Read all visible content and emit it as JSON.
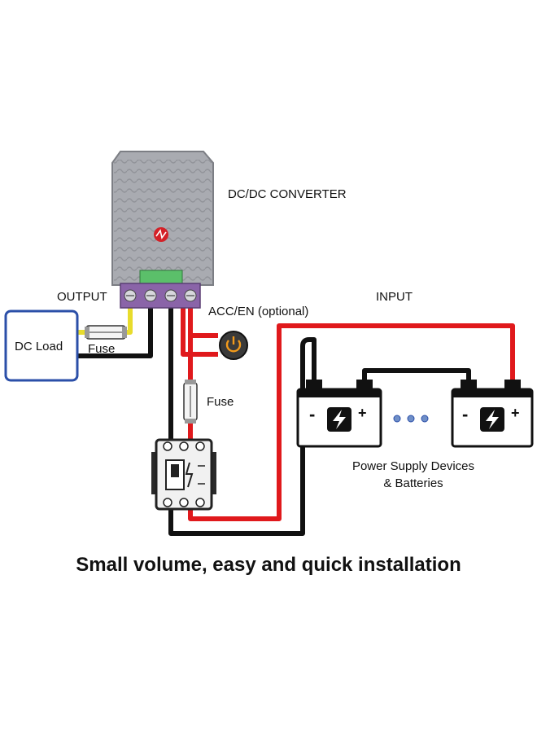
{
  "labels": {
    "converter": "DC/DC CONVERTER",
    "output": "OUTPUT",
    "input": "INPUT",
    "acc_en": "ACC/EN (optional)",
    "dc_load": "DC Load",
    "fuse_output": "Fuse",
    "fuse_input": "Fuse",
    "power_supply_line1": "Power Supply Devices",
    "power_supply_line2": "& Batteries",
    "battery_negative": "-",
    "battery_positive": "+"
  },
  "caption": "Small volume, easy and quick installation",
  "colors": {
    "positive_wire": "#e0191c",
    "negative_wire": "#111111",
    "converter_body": "#a9abb1",
    "terminal_block": "#8a64a8",
    "dc_load_border": "#2b4fa8",
    "fuse_wire": "#e8dc2c"
  },
  "icons": [
    "power-switch-icon",
    "lightning-icon",
    "converter-logo-icon"
  ]
}
